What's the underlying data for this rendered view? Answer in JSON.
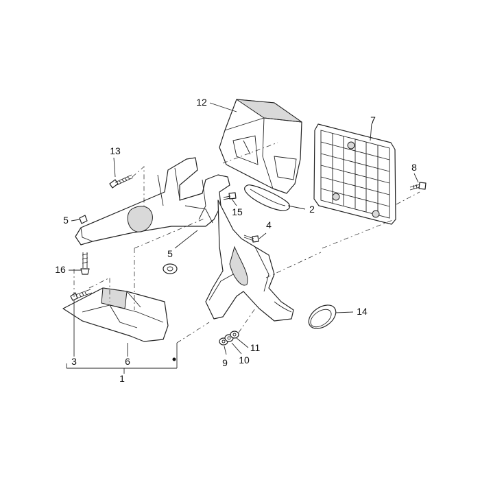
{
  "callouts": [
    {
      "id": "c1",
      "text": "1"
    },
    {
      "id": "c2",
      "text": "2"
    },
    {
      "id": "c3",
      "text": "3"
    },
    {
      "id": "c4",
      "text": "4"
    },
    {
      "id": "c5a",
      "text": "5"
    },
    {
      "id": "c5b",
      "text": "5"
    },
    {
      "id": "c6",
      "text": "6"
    },
    {
      "id": "c7",
      "text": "7"
    },
    {
      "id": "c8",
      "text": "8"
    },
    {
      "id": "c9",
      "text": "9"
    },
    {
      "id": "c10",
      "text": "10"
    },
    {
      "id": "c11",
      "text": "11"
    },
    {
      "id": "c12",
      "text": "12"
    },
    {
      "id": "c13",
      "text": "13"
    },
    {
      "id": "c14",
      "text": "14"
    },
    {
      "id": "c15",
      "text": "15"
    },
    {
      "id": "c16",
      "text": "16"
    }
  ]
}
